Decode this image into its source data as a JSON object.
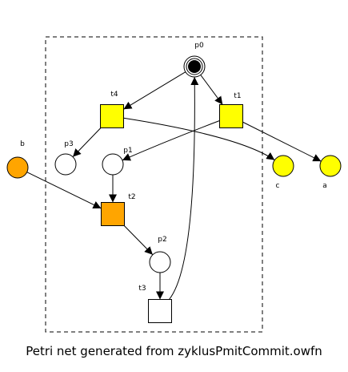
{
  "caption": "Petri net generated from zyklusPmitCommit.owfn",
  "colors": {
    "yellow": "#ffff00",
    "orange": "#ffa500",
    "white": "#ffffff",
    "token": "#000000"
  },
  "places": [
    {
      "id": "p0",
      "label": "p0",
      "fill": "white",
      "marked": true
    },
    {
      "id": "p1",
      "label": "p1",
      "fill": "white"
    },
    {
      "id": "p2",
      "label": "p2",
      "fill": "white"
    },
    {
      "id": "p3",
      "label": "p3",
      "fill": "white"
    },
    {
      "id": "a",
      "label": "a",
      "fill": "yellow"
    },
    {
      "id": "b",
      "label": "b",
      "fill": "orange"
    },
    {
      "id": "c",
      "label": "c",
      "fill": "yellow"
    }
  ],
  "transitions": [
    {
      "id": "t1",
      "label": "t1",
      "fill": "yellow"
    },
    {
      "id": "t2",
      "label": "t2",
      "fill": "orange"
    },
    {
      "id": "t3",
      "label": "t3",
      "fill": "white"
    },
    {
      "id": "t4",
      "label": "t4",
      "fill": "yellow"
    }
  ],
  "arcs": [
    {
      "from": "p0",
      "to": "t4"
    },
    {
      "from": "p0",
      "to": "t1"
    },
    {
      "from": "t4",
      "to": "p3"
    },
    {
      "from": "t4",
      "to": "c"
    },
    {
      "from": "t1",
      "to": "p1"
    },
    {
      "from": "t1",
      "to": "a"
    },
    {
      "from": "p1",
      "to": "t2"
    },
    {
      "from": "b",
      "to": "t2"
    },
    {
      "from": "t2",
      "to": "p2"
    },
    {
      "from": "p2",
      "to": "t3"
    },
    {
      "from": "t3",
      "to": "p0"
    }
  ]
}
